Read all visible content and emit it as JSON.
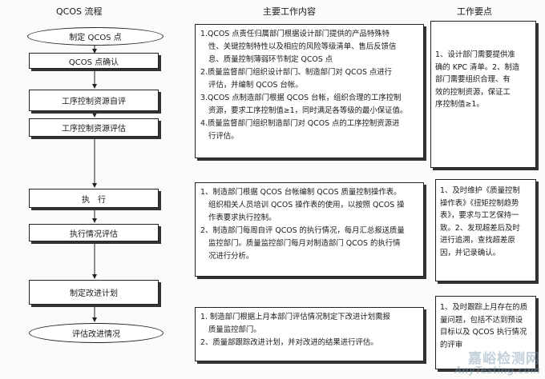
{
  "headers": {
    "flow": "QCOS 流程",
    "content": "主要工作内容",
    "points": "工作要点"
  },
  "flow": {
    "start": "制定 QCOS 点",
    "confirm": "QCOS 点确认",
    "self_eval": "工序控制资源自评",
    "resource_eval": "工序控制资源评估",
    "execute": "执　行",
    "exec_eval": "执行情况评估",
    "plan": "制定改进计划",
    "end": "评估改进情况"
  },
  "content_boxes": [
    {
      "lines": [
        "1.QCOS 点责任归属部门根据设计部门提供的产品特殊特",
        "性、关键控制特性以及相应的风险等级清单、售后反馈信",
        "息、质量控制薄弱环节制定 QCOS 点",
        "2.质量监督部门组织设计部门、制造部门对 QCOS 点进行",
        "评估，并编制 QCOS 台帐。",
        "3.QCOS 点制造部门根据 QCOS 台帐，组织合理的工序控制",
        "资源，要求工序控制值≥1，同时满足各等级的最小保证值。",
        "4.质量监督部门组织制造部门对 QCOS 点的工序控制资源进",
        "行评估。"
      ]
    },
    {
      "lines": [
        "1、制造部门根据 QCOS 台帐编制 QCOS 质量控制操作表。",
        "组织相关人员培训 QCOS 操作表的使用，以按照 QCOS 操",
        "作表要求执行控制。",
        "2、制造部门每周自评 QCOS 的执行情况，每月汇总报送质量",
        "监控部门。质量监控部门每月对制造部门 QCOS 的执行情",
        "况进行分析。"
      ]
    },
    {
      "lines": [
        "1. 制造部门根据上月本部门评估情况制定下改进计划需报",
        "质量监控部门。",
        "2、质量部跟踪改进计划，并对改进的结果进行评估。"
      ]
    }
  ],
  "point_boxes": [
    {
      "lines": [
        "1、设计部门需要提供准",
        "确的 KPC 清单。2、制造",
        "部门需要组织合理、有",
        "效的控制资源，保证工",
        "序控制值≥1。"
      ]
    },
    {
      "lines": [
        "1、及时维护《质量控制",
        "操作表》《扭矩控制趋势",
        "表》，要求与工艺保持一",
        "致。2、发现超差后及时",
        "进行追溯，查找超差原",
        "因，并记录确认。"
      ]
    },
    {
      "lines": [
        "1、及时跟踪上月存在的质",
        "量问题，包括不达到预设",
        "目标以及 QCOS 执行情况",
        "的评审"
      ]
    }
  ],
  "watermark": {
    "cn": "嘉峪检测网",
    "en": "AnyTesting.com"
  }
}
